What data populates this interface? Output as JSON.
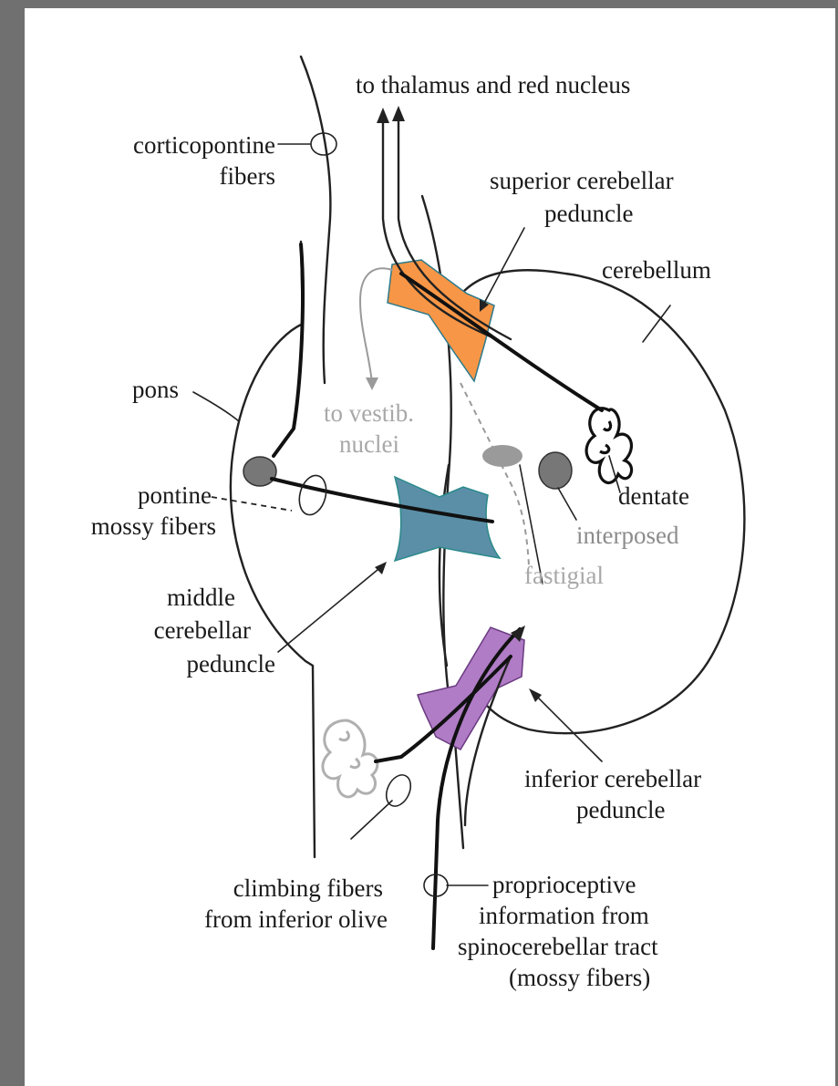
{
  "labels": {
    "to_thalamus": "to thalamus and red nucleus",
    "corticopontine_line1": "corticopontine",
    "corticopontine_line2": "fibers",
    "superior_line1": "superior cerebellar",
    "superior_line2": "peduncle",
    "cerebellum": "cerebellum",
    "pons": "pons",
    "vestib_line1": "to vestib.",
    "vestib_line2": "nuclei",
    "pontine_line1": "pontine",
    "pontine_line2": "mossy fibers",
    "dentate": "dentate",
    "interposed": "interposed",
    "fastigial": "fastigial",
    "middle_line1": "middle",
    "middle_line2": "cerebellar",
    "middle_line3": "peduncle",
    "inferior_line1": "inferior cerebellar",
    "inferior_line2": "peduncle",
    "climbing_line1": "climbing fibers",
    "climbing_line2": "from inferior olive",
    "proprio_line1": "proprioceptive",
    "proprio_line2": "information from",
    "proprio_line3": "spinocerebellar tract",
    "proprio_line4": "(mossy fibers)"
  },
  "colors": {
    "superior_peduncle": "#f79646",
    "middle_peduncle": "#5b8fa8",
    "inferior_peduncle": "#b07cc6",
    "frame": "#707070"
  }
}
